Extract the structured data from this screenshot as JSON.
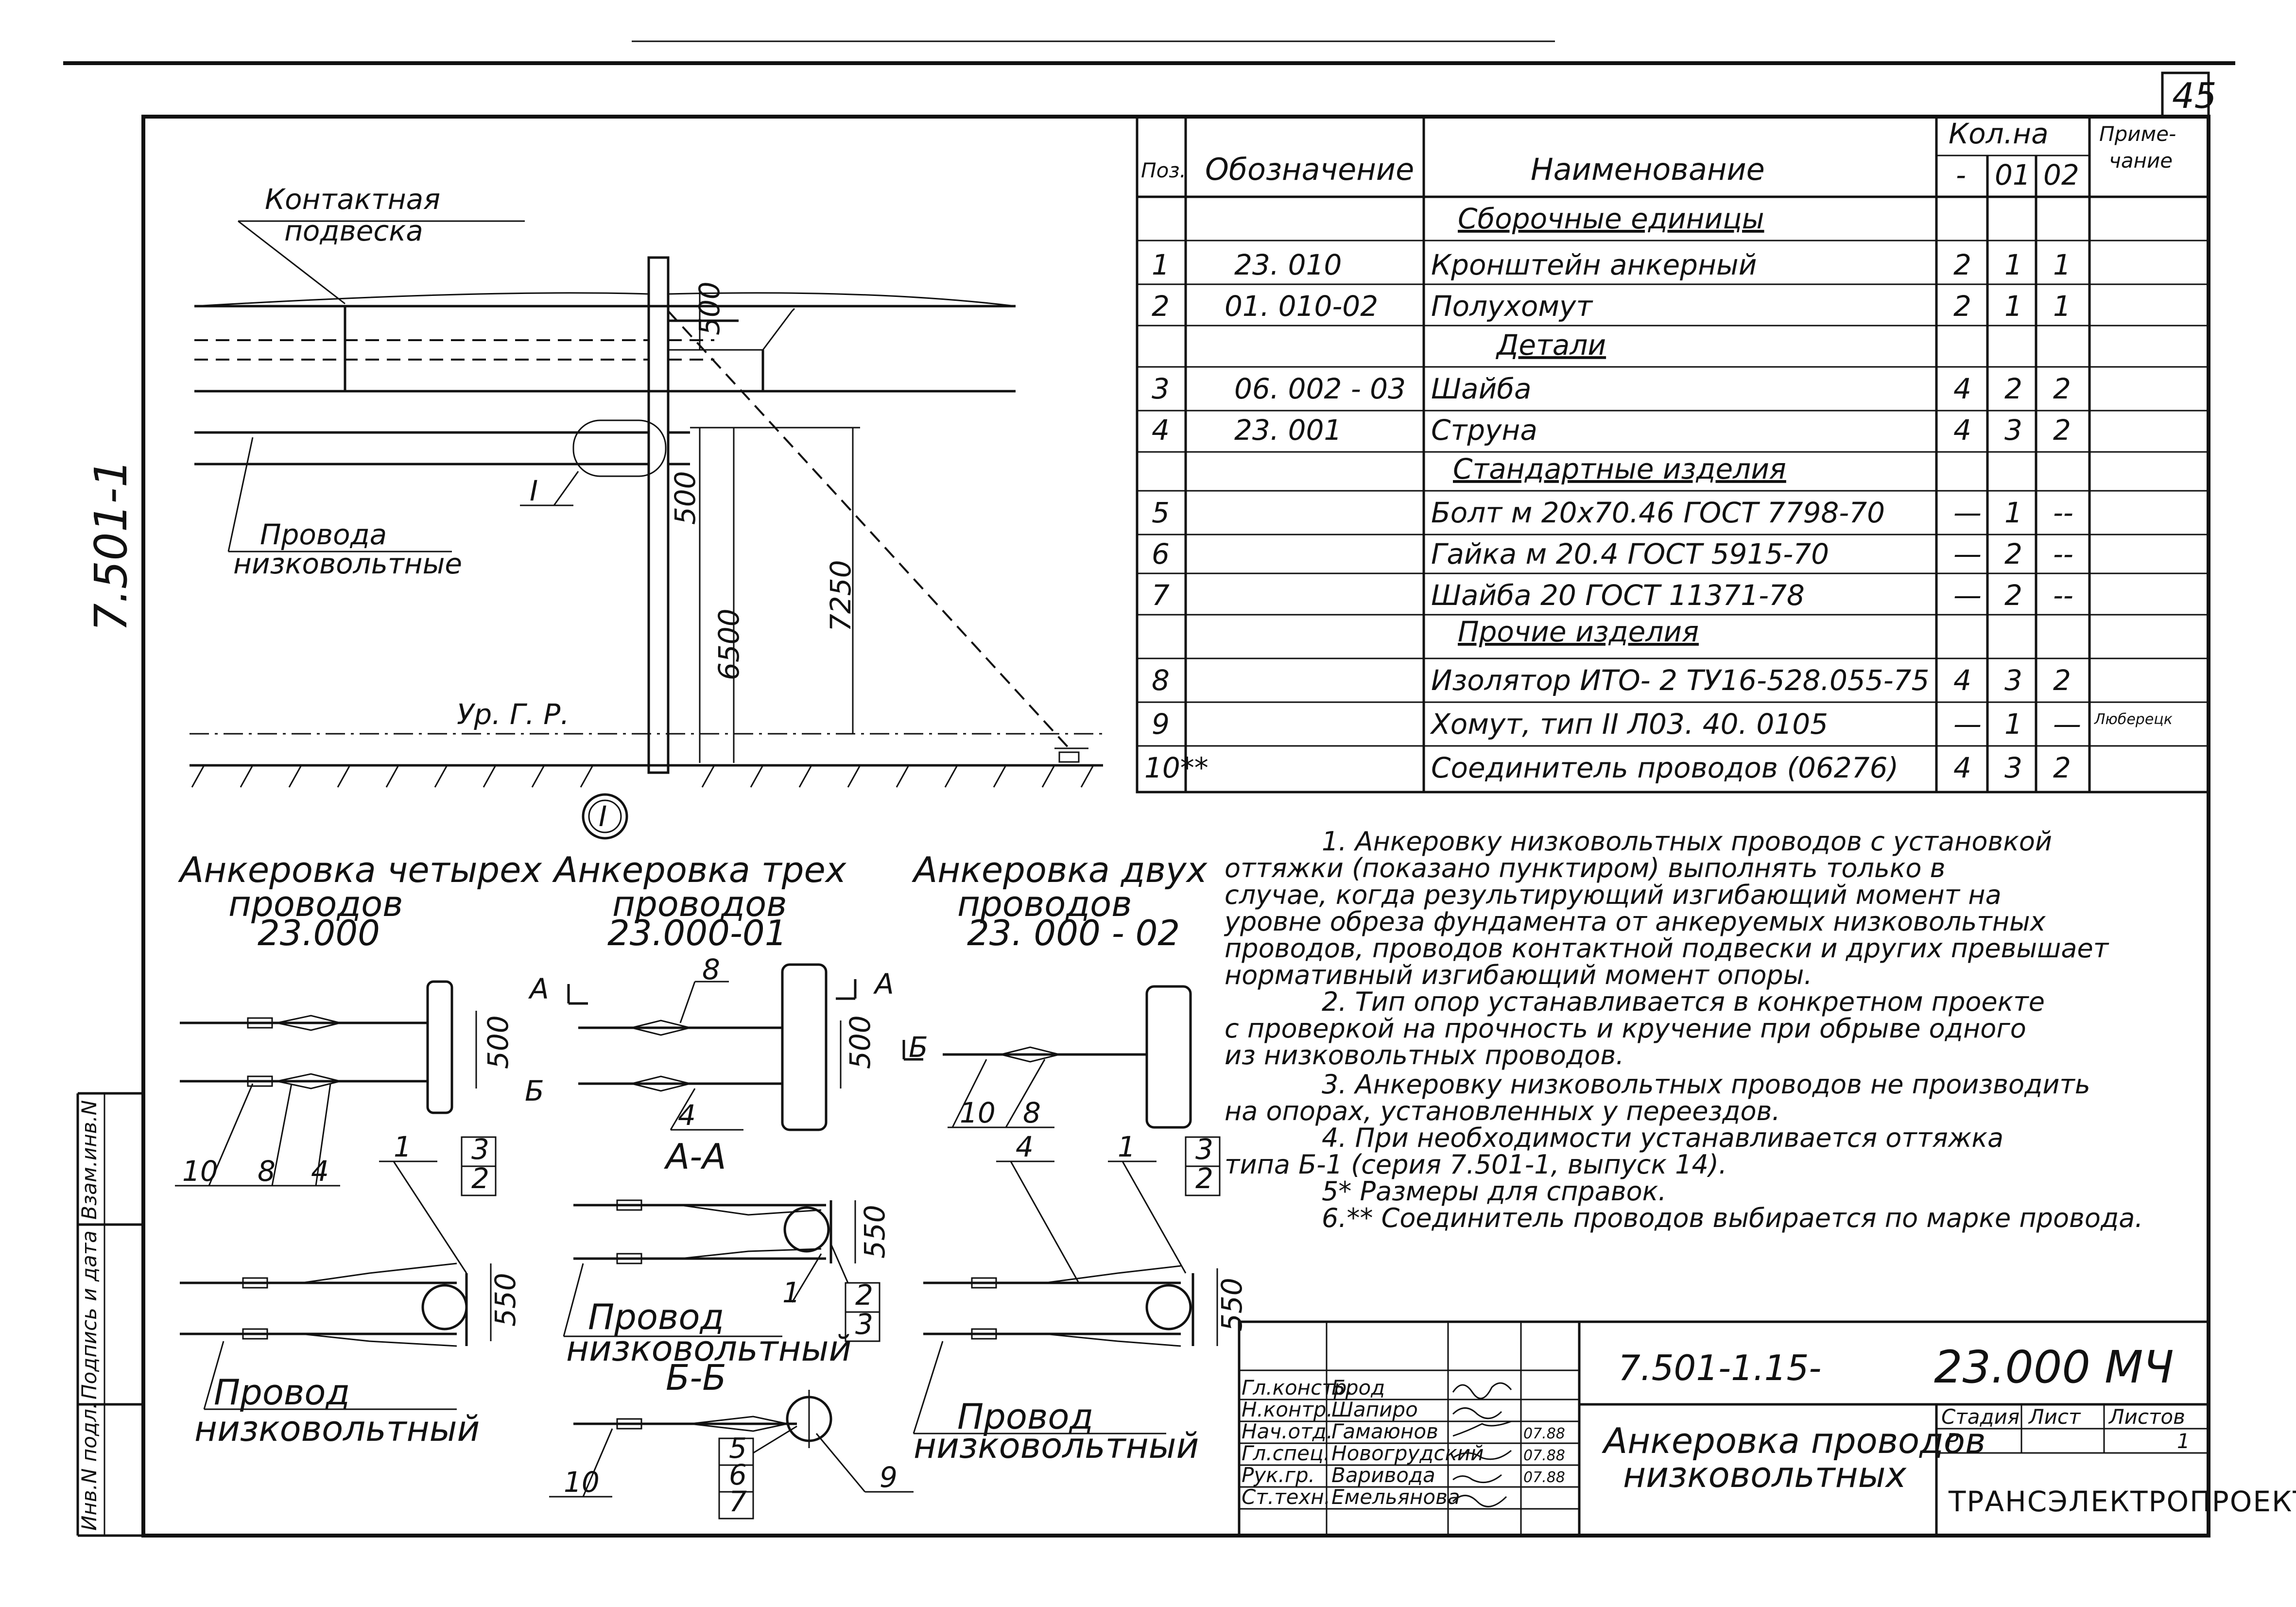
{
  "sheet": {
    "number": "45",
    "side_code": "7.501-1",
    "code": "7.501-1.15-",
    "doc_mark": "23.000 МЧ",
    "title_line1": "Анкеровка проводов",
    "title_line2": "низковольтных",
    "company": "ТРАНСЭЛЕКТРОПРОЕКТ",
    "stage_header": "Стадия",
    "sheet_header": "Лист",
    "sheets_header": "Листов",
    "stage_value": "Р",
    "sheets_value": "1"
  },
  "left_strip": {
    "label1": "Инв.N подл.",
    "label2": "Подпись и дата",
    "label3": "Взам.инв.N"
  },
  "signatures": [
    {
      "role": "Гл.констр.",
      "name": "Брод",
      "date": ""
    },
    {
      "role": "Н.контр.",
      "name": "Шапиро",
      "date": ""
    },
    {
      "role": "Нач.отд.",
      "name": "Гамаюнов",
      "date": "07.88"
    },
    {
      "role": "Гл.спец.",
      "name": "Новогрудский",
      "date": "07.88"
    },
    {
      "role": "Рук.гр.",
      "name": "Варивода",
      "date": "07.88"
    },
    {
      "role": "Ст.техн.",
      "name": "Емельянова",
      "date": ""
    }
  ],
  "main_view": {
    "contact_label_1": "Контактная",
    "contact_label_2": "подвеска",
    "wires_label_1": "Провода",
    "wires_label_2": "низковольтные",
    "callout_I": "I",
    "ground_level": "Ур. Г. Р.",
    "dim_500_top": "500",
    "dim_500_mid": "500",
    "dim_6500": "6500",
    "dim_7250": "7250",
    "view_marker": "I"
  },
  "spec_table": {
    "headers": {
      "pos": "Поз.",
      "designation": "Обозначение",
      "name": "Наименование",
      "qty": "Кол.на",
      "qty_dash": "-",
      "qty_01": "01",
      "qty_02": "02",
      "note_1": "Приме-",
      "note_2": "чание"
    },
    "rows": [
      {
        "pos": "",
        "des": "",
        "name": "Сборочные единицы",
        "q0": "",
        "q1": "",
        "q2": "",
        "note": "",
        "section": true
      },
      {
        "pos": "1",
        "des": "23. 010",
        "name": "Кронштейн анкерный",
        "q0": "2",
        "q1": "1",
        "q2": "1",
        "note": ""
      },
      {
        "pos": "2",
        "des": "01. 010-02",
        "name": "Полухомут",
        "q0": "2",
        "q1": "1",
        "q2": "1",
        "note": ""
      },
      {
        "pos": "",
        "des": "",
        "name": "Детали",
        "q0": "",
        "q1": "",
        "q2": "",
        "note": "",
        "section": true
      },
      {
        "pos": "3",
        "des": "06. 002 - 03",
        "name": "Шайба",
        "q0": "4",
        "q1": "2",
        "q2": "2",
        "note": ""
      },
      {
        "pos": "4",
        "des": "23. 001",
        "name": "Струна",
        "q0": "4",
        "q1": "3",
        "q2": "2",
        "note": ""
      },
      {
        "pos": "",
        "des": "",
        "name": "Стандартные изделия",
        "q0": "",
        "q1": "",
        "q2": "",
        "note": "",
        "section": true
      },
      {
        "pos": "5",
        "des": "",
        "name": "Болт м 20х70.46 ГОСТ 7798-70",
        "q0": "—",
        "q1": "1",
        "q2": "--",
        "note": ""
      },
      {
        "pos": "6",
        "des": "",
        "name": "Гайка м 20.4 ГОСТ 5915-70",
        "q0": "—",
        "q1": "2",
        "q2": "--",
        "note": ""
      },
      {
        "pos": "7",
        "des": "",
        "name": "Шайба 20 ГОСТ 11371-78",
        "q0": "—",
        "q1": "2",
        "q2": "--",
        "note": ""
      },
      {
        "pos": "",
        "des": "",
        "name": "Прочие изделия",
        "q0": "",
        "q1": "",
        "q2": "",
        "note": "",
        "section": true
      },
      {
        "pos": "8",
        "des": "",
        "name": "Изолятор ИТО- 2 ТУ16-528.055-75",
        "q0": "4",
        "q1": "3",
        "q2": "2",
        "note": ""
      },
      {
        "pos": "9",
        "des": "",
        "name": "Хомут, тип II   Л03. 40. 0105",
        "q0": "—",
        "q1": "1",
        "q2": "—",
        "note": "Люберецк"
      },
      {
        "pos": "10**",
        "des": "",
        "name": "Соединитель проводов   (06276)",
        "q0": "4",
        "q1": "3",
        "q2": "2",
        "note": ""
      }
    ]
  },
  "variants": {
    "v4_title_1": "Анкеровка четырех",
    "v4_title_2": "проводов",
    "v4_code": "23.000",
    "v3_title_1": "Анкеровка трех",
    "v3_title_2": "проводов",
    "v3_code": "23.000-01",
    "v2_title_1": "Анкеровка двух",
    "v2_title_2": "проводов",
    "v2_code": "23. 000 - 02",
    "section_AA": "А-А",
    "section_BB": "Б-Б",
    "mark_A": "А",
    "mark_B": "Б",
    "dim_500": "500",
    "dim_550": "550",
    "wire_label_1": "Провод",
    "wire_label_2": "низковольтный"
  },
  "notes": [
    "1. Анкеровку низковольтных проводов с установкой",
    "оттяжки (показано пунктиром) выполнять только в",
    "случае, когда результирующий изгибающий момент на",
    "уровне обреза фундамента от анкеруемых низковольтных",
    "проводов, проводов контактной подвески и других превышает",
    "нормативный изгибающий момент опоры.",
    "2. Тип опор устанавливается в конкретном проекте",
    "с проверкой на прочность и кручение при обрыве одного",
    "из низковольтных проводов.",
    "3. Анкеровку низковольтных проводов не производить",
    "на опорах, установленных у переездов.",
    "4. При необходимости устанавливается оттяжка",
    "типа Б-1 (серия 7.501-1, выпуск 14).",
    "5* Размеры для справок.",
    "6.** Соединитель проводов выбирается по марке провода."
  ]
}
